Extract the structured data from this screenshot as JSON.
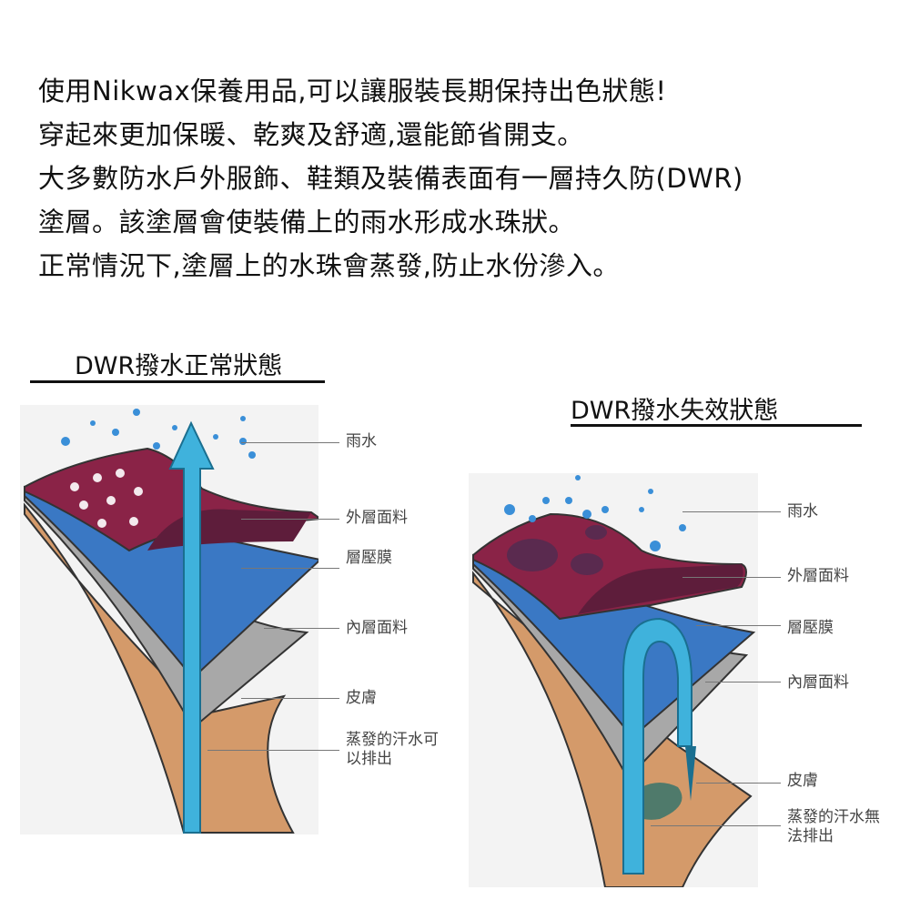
{
  "intro": {
    "lines": [
      "使用Nikwax保養用品,可以讓服裝長期保持出色狀態!",
      "穿起來更加保暖、乾爽及舒適,還能節省開支。",
      "大多數防水戶外服飾、鞋類及裝備表面有一層持久防(DWR)",
      "塗層。該塗層會使裝備上的雨水形成水珠狀。",
      "正常情況下,塗層上的水珠會蒸發,防止水份滲入。"
    ]
  },
  "normal": {
    "title": "DWR撥水正常狀態",
    "labels": {
      "rain": "雨水",
      "outer": "外層面料",
      "membrane": "層壓膜",
      "inner": "內層面料",
      "skin": "皮膚",
      "sweat_1": "蒸發的汗水可",
      "sweat_2": "以排出"
    }
  },
  "failed": {
    "title": "DWR撥水失效狀態",
    "labels": {
      "rain": "雨水",
      "outer": "外層面料",
      "membrane": "層壓膜",
      "inner": "內層面料",
      "skin": "皮膚",
      "sweat_1": "蒸發的汗水無",
      "sweat_2": "法排出"
    }
  },
  "colors": {
    "outer": "#8a2347",
    "membrane": "#3a78c4",
    "inner": "#a8a8a8",
    "skin": "#d49a6a",
    "arrow": "#3fb2dc"
  }
}
